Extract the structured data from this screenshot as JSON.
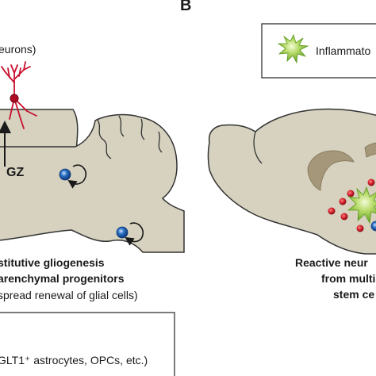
{
  "panel_b_letter": "B",
  "neurons_label": "eurons)",
  "gz_label": "GZ",
  "caption_a": {
    "line1": "stitutive gliogenesis",
    "line2": "arenchymal progenitors",
    "line3": "spread renewal of glial cells)"
  },
  "caption_b": {
    "line1": "Reactive neur",
    "line2": "from multip",
    "line3": "stem ce"
  },
  "legend_b": {
    "text": "Inflammato"
  },
  "legend_a": {
    "text": "GLT1⁺ astrocytes, OPCs, etc.)"
  },
  "colors": {
    "brain_fill": "#d6d2bf",
    "brain_stroke": "#333333",
    "neuron": "#c8102e",
    "progenitor": "#2a6fc2",
    "inflammation": "#7cb733",
    "red_cell": "#d4202c",
    "ventricle": "#a5977a"
  },
  "icons": [
    "neuron-icon",
    "progenitor-cell-icon",
    "circular-arrow-icon",
    "inflammation-star-icon",
    "red-cell-icon"
  ]
}
